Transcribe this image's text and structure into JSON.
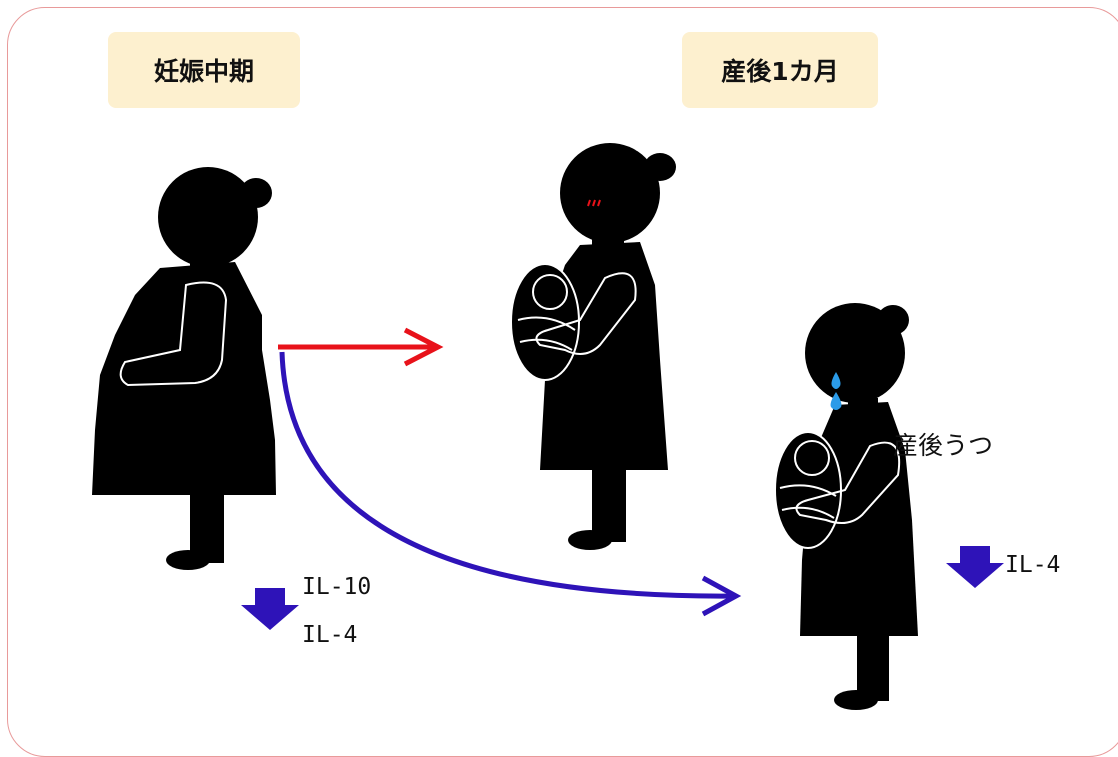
{
  "labels": {
    "mid_pregnancy": "妊娠中期",
    "postpartum_1m": "産後1カ月",
    "postpartum_depression": "産後うつ"
  },
  "markers": {
    "left_first": "IL-10",
    "left_second": "IL-4",
    "right": "IL-4"
  },
  "colors": {
    "frame": "#e89a9a",
    "label_bg": "#fdf0cf",
    "arrow_normal": "#e8121a",
    "arrow_depression": "#2e13b8",
    "down_arrow": "#2e13b8",
    "tear": "#2b9be8",
    "blush": "#e8121a"
  }
}
